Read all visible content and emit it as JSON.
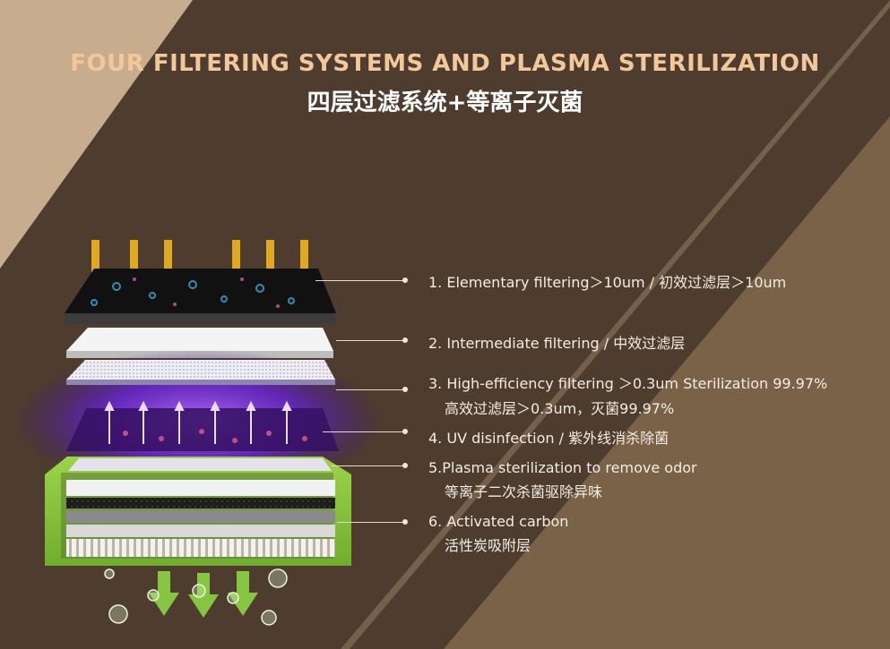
{
  "title": {
    "en": "FOUR FILTERING SYSTEMS AND PLASMA STERILIZATION",
    "zh": "四层过滤系统+等离子灭菌"
  },
  "colors": {
    "background": "#4e3c2e",
    "light_band": "#c7ad8e",
    "title_accent": "#f2c79a",
    "uv_glow": "#7a2cff",
    "carbon_frame": "#8ec63f",
    "airflow_in": "#e0a81e",
    "airflow_out": "#86c540"
  },
  "layers": [
    {
      "line1": "1. Elementary filtering＞10um / 初效过滤层＞10um",
      "line2": ""
    },
    {
      "line1": "2. Intermediate filtering / 中效过滤层",
      "line2": ""
    },
    {
      "line1": "3. High-efficiency filtering ＞0.3um Sterilization 99.97%",
      "line2": "高效过滤层＞0.3um，灭菌99.97%"
    },
    {
      "line1": "4. UV disinfection / 紫外线消杀除菌",
      "line2": ""
    },
    {
      "line1": "5.Plasma sterilization to remove odor",
      "line2": "等离子二次杀菌驱除异味"
    },
    {
      "line1": "6. Activated carbon",
      "line2": "活性炭吸附层"
    }
  ]
}
